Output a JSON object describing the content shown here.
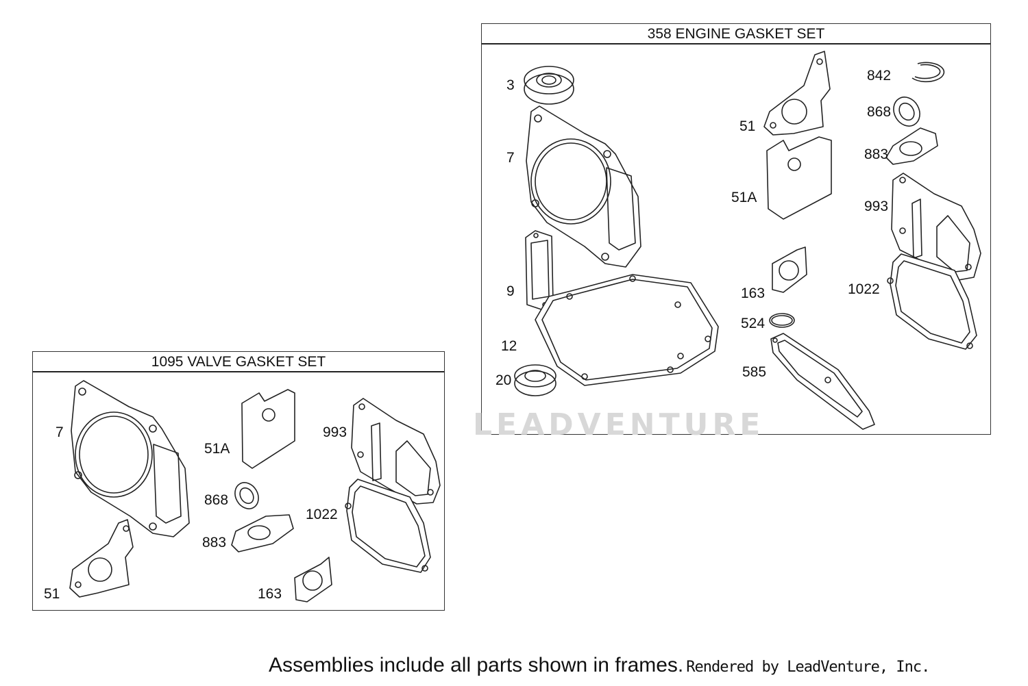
{
  "engine_set": {
    "title": "358 ENGINE GASKET SET",
    "callouts": {
      "c3": "3",
      "c7": "7",
      "c9": "9",
      "c12": "12",
      "c20": "20",
      "c51": "51",
      "c51a": "51A",
      "c163": "163",
      "c524": "524",
      "c585": "585",
      "c842": "842",
      "c868": "868",
      "c883": "883",
      "c993": "993",
      "c1022": "1022"
    }
  },
  "valve_set": {
    "title": "1095 VALVE GASKET SET",
    "callouts": {
      "c7": "7",
      "c51": "51",
      "c51a": "51A",
      "c868": "868",
      "c883": "883",
      "c163": "163",
      "c993": "993",
      "c1022": "1022"
    }
  },
  "watermark": "LEADVENTURE",
  "footer": {
    "note": "Assemblies include all parts shown in frames.",
    "credit": "Rendered by LeadVenture, Inc."
  }
}
